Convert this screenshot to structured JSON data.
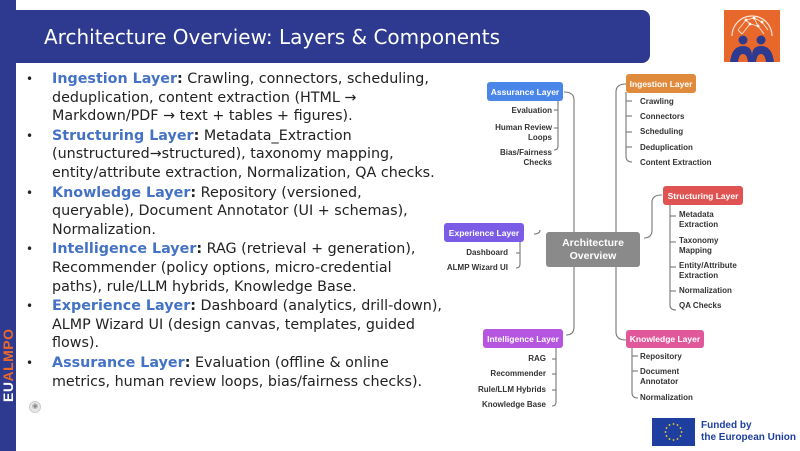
{
  "slide": {
    "title": "Architecture Overview: Layers & Components",
    "brand": {
      "part1": "EU",
      "part2": "ALMPO"
    },
    "colors": {
      "primary": "#2e3a8f",
      "accent": "#e8682b",
      "layer_name": "#4472c4"
    }
  },
  "bullets": [
    {
      "name": "Ingestion Layer",
      "text": " Crawling, connectors, scheduling, deduplication, content extraction (HTML → Markdown/PDF → text + tables + figures)."
    },
    {
      "name": "Structuring Layer",
      "text": " Metadata_Extraction (unstructured→structured), taxonomy mapping, entity/attribute extraction, Normalization, QA checks."
    },
    {
      "name": "Knowledge Layer",
      "text": " Repository (versioned, queryable), Document Annotator (UI + schemas), Normalization."
    },
    {
      "name": "Intelligence Layer",
      "text": " RAG (retrieval + generation), Recommender (policy options, micro-credential paths), rule/LLM hybrids, Knowledge Base."
    },
    {
      "name": "Experience Layer",
      "text": " Dashboard (analytics, drill-down), ALMP Wizard UI (design canvas, templates, guided flows)."
    },
    {
      "name": "Assurance Layer",
      "text": " Evaluation (offline & online metrics, human review loops, bias/fairness checks)."
    }
  ],
  "diagram": {
    "center": "Architecture Overview",
    "layers": {
      "assurance": {
        "label": "Assurance Layer",
        "color": "#4a86e8",
        "items": [
          "Evaluation",
          "Human Review Loops",
          "Bias/Fairness Checks"
        ]
      },
      "ingestion": {
        "label": "Ingestion Layer",
        "color": "#e08a3c",
        "items": [
          "Crawling",
          "Connectors",
          "Scheduling",
          "Deduplication",
          "Content Extraction"
        ]
      },
      "experience": {
        "label": "Experience Layer",
        "color": "#7b5ce6",
        "items": [
          "Dashboard",
          "ALMP Wizard UI"
        ]
      },
      "structuring": {
        "label": "Structuring Layer",
        "color": "#e05353",
        "items": [
          "Metadata Extraction",
          "Taxonomy Mapping",
          "Entity/Attribute Extraction",
          "Normalization",
          "QA Checks"
        ]
      },
      "intelligence": {
        "label": "Intelligence Layer",
        "color": "#b555e0",
        "items": [
          "RAG",
          "Recommender",
          "Rule/LLM Hybrids",
          "Knowledge Base"
        ]
      },
      "knowledge": {
        "label": "Knowledge Layer",
        "color": "#e0579a",
        "items": [
          "Repository",
          "Document Annotator",
          "Normalization"
        ]
      }
    }
  },
  "footer": {
    "funding_line1": "Funded by",
    "funding_line2": "the European Union"
  }
}
